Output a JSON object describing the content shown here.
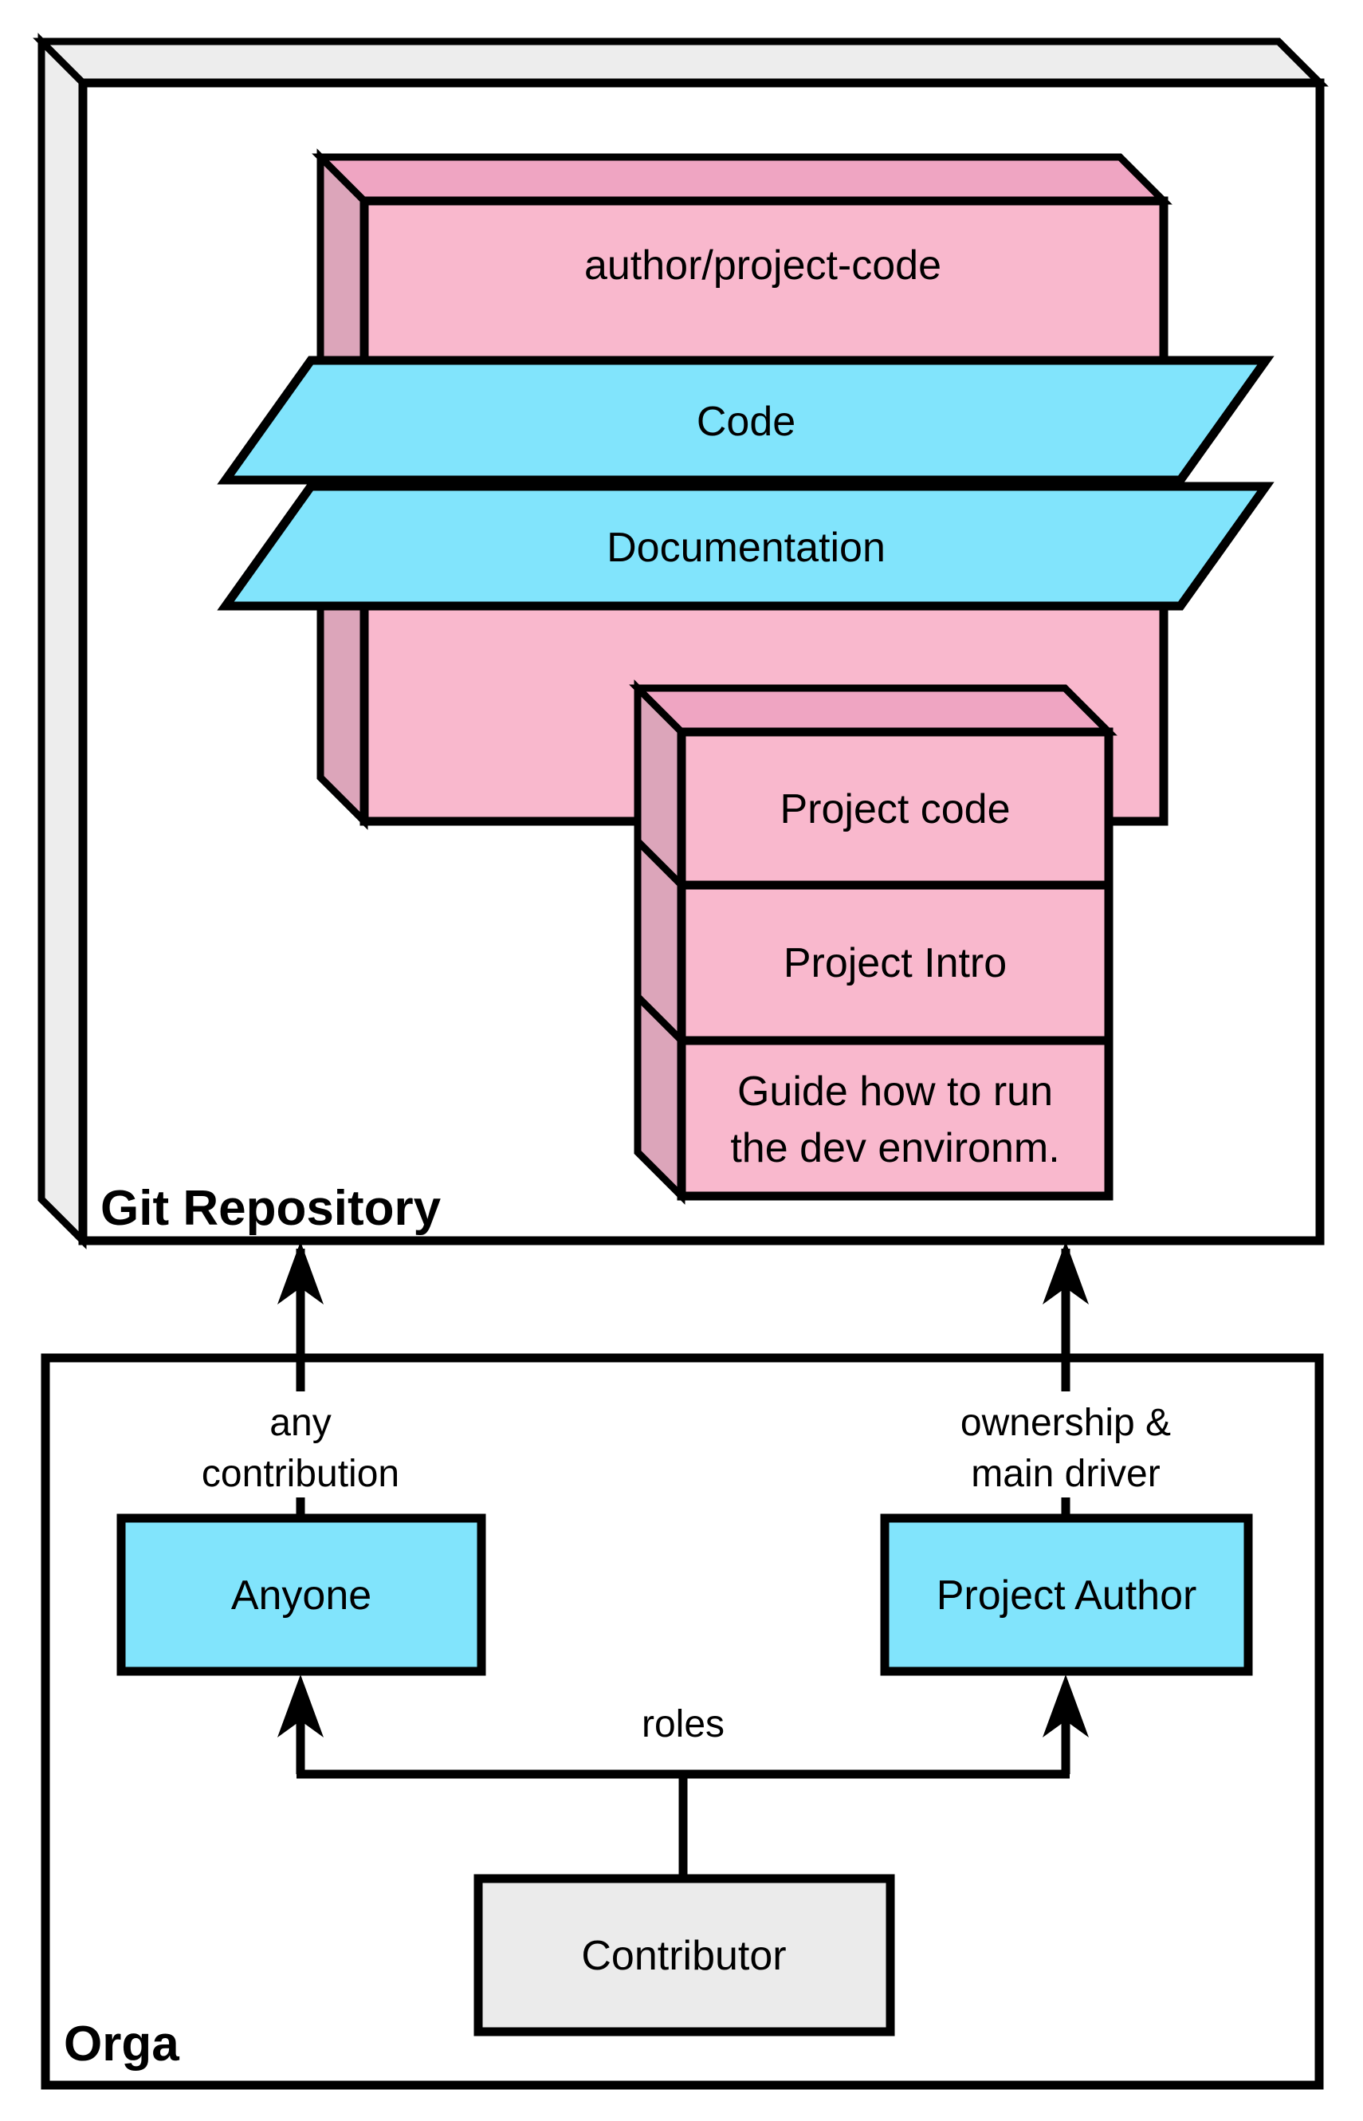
{
  "labels": {
    "git_repository": "Git Repository",
    "orga": "Orga",
    "repo_name": "author/project-code",
    "code": "Code",
    "documentation": "Documentation",
    "project_code": "Project code",
    "project_intro": "Project Intro",
    "guide_line1": "Guide how to run",
    "guide_line2": "the dev environm.",
    "any_line1": "any",
    "any_line2": "contribution",
    "ownership_line1": "ownership &",
    "ownership_line2": "main driver",
    "roles": "roles",
    "anyone": "Anyone",
    "project_author": "Project Author",
    "contributor": "Contributor"
  },
  "colors": {
    "pink_front": "#F9B8CD",
    "pink_top": "#EFA5C2",
    "pink_side": "#DCA5BA",
    "cyan": "#81E4FC",
    "container_face": "#EDEDED",
    "container_front": "#FFFFFF",
    "contributor_gray": "#EBEBEB"
  }
}
